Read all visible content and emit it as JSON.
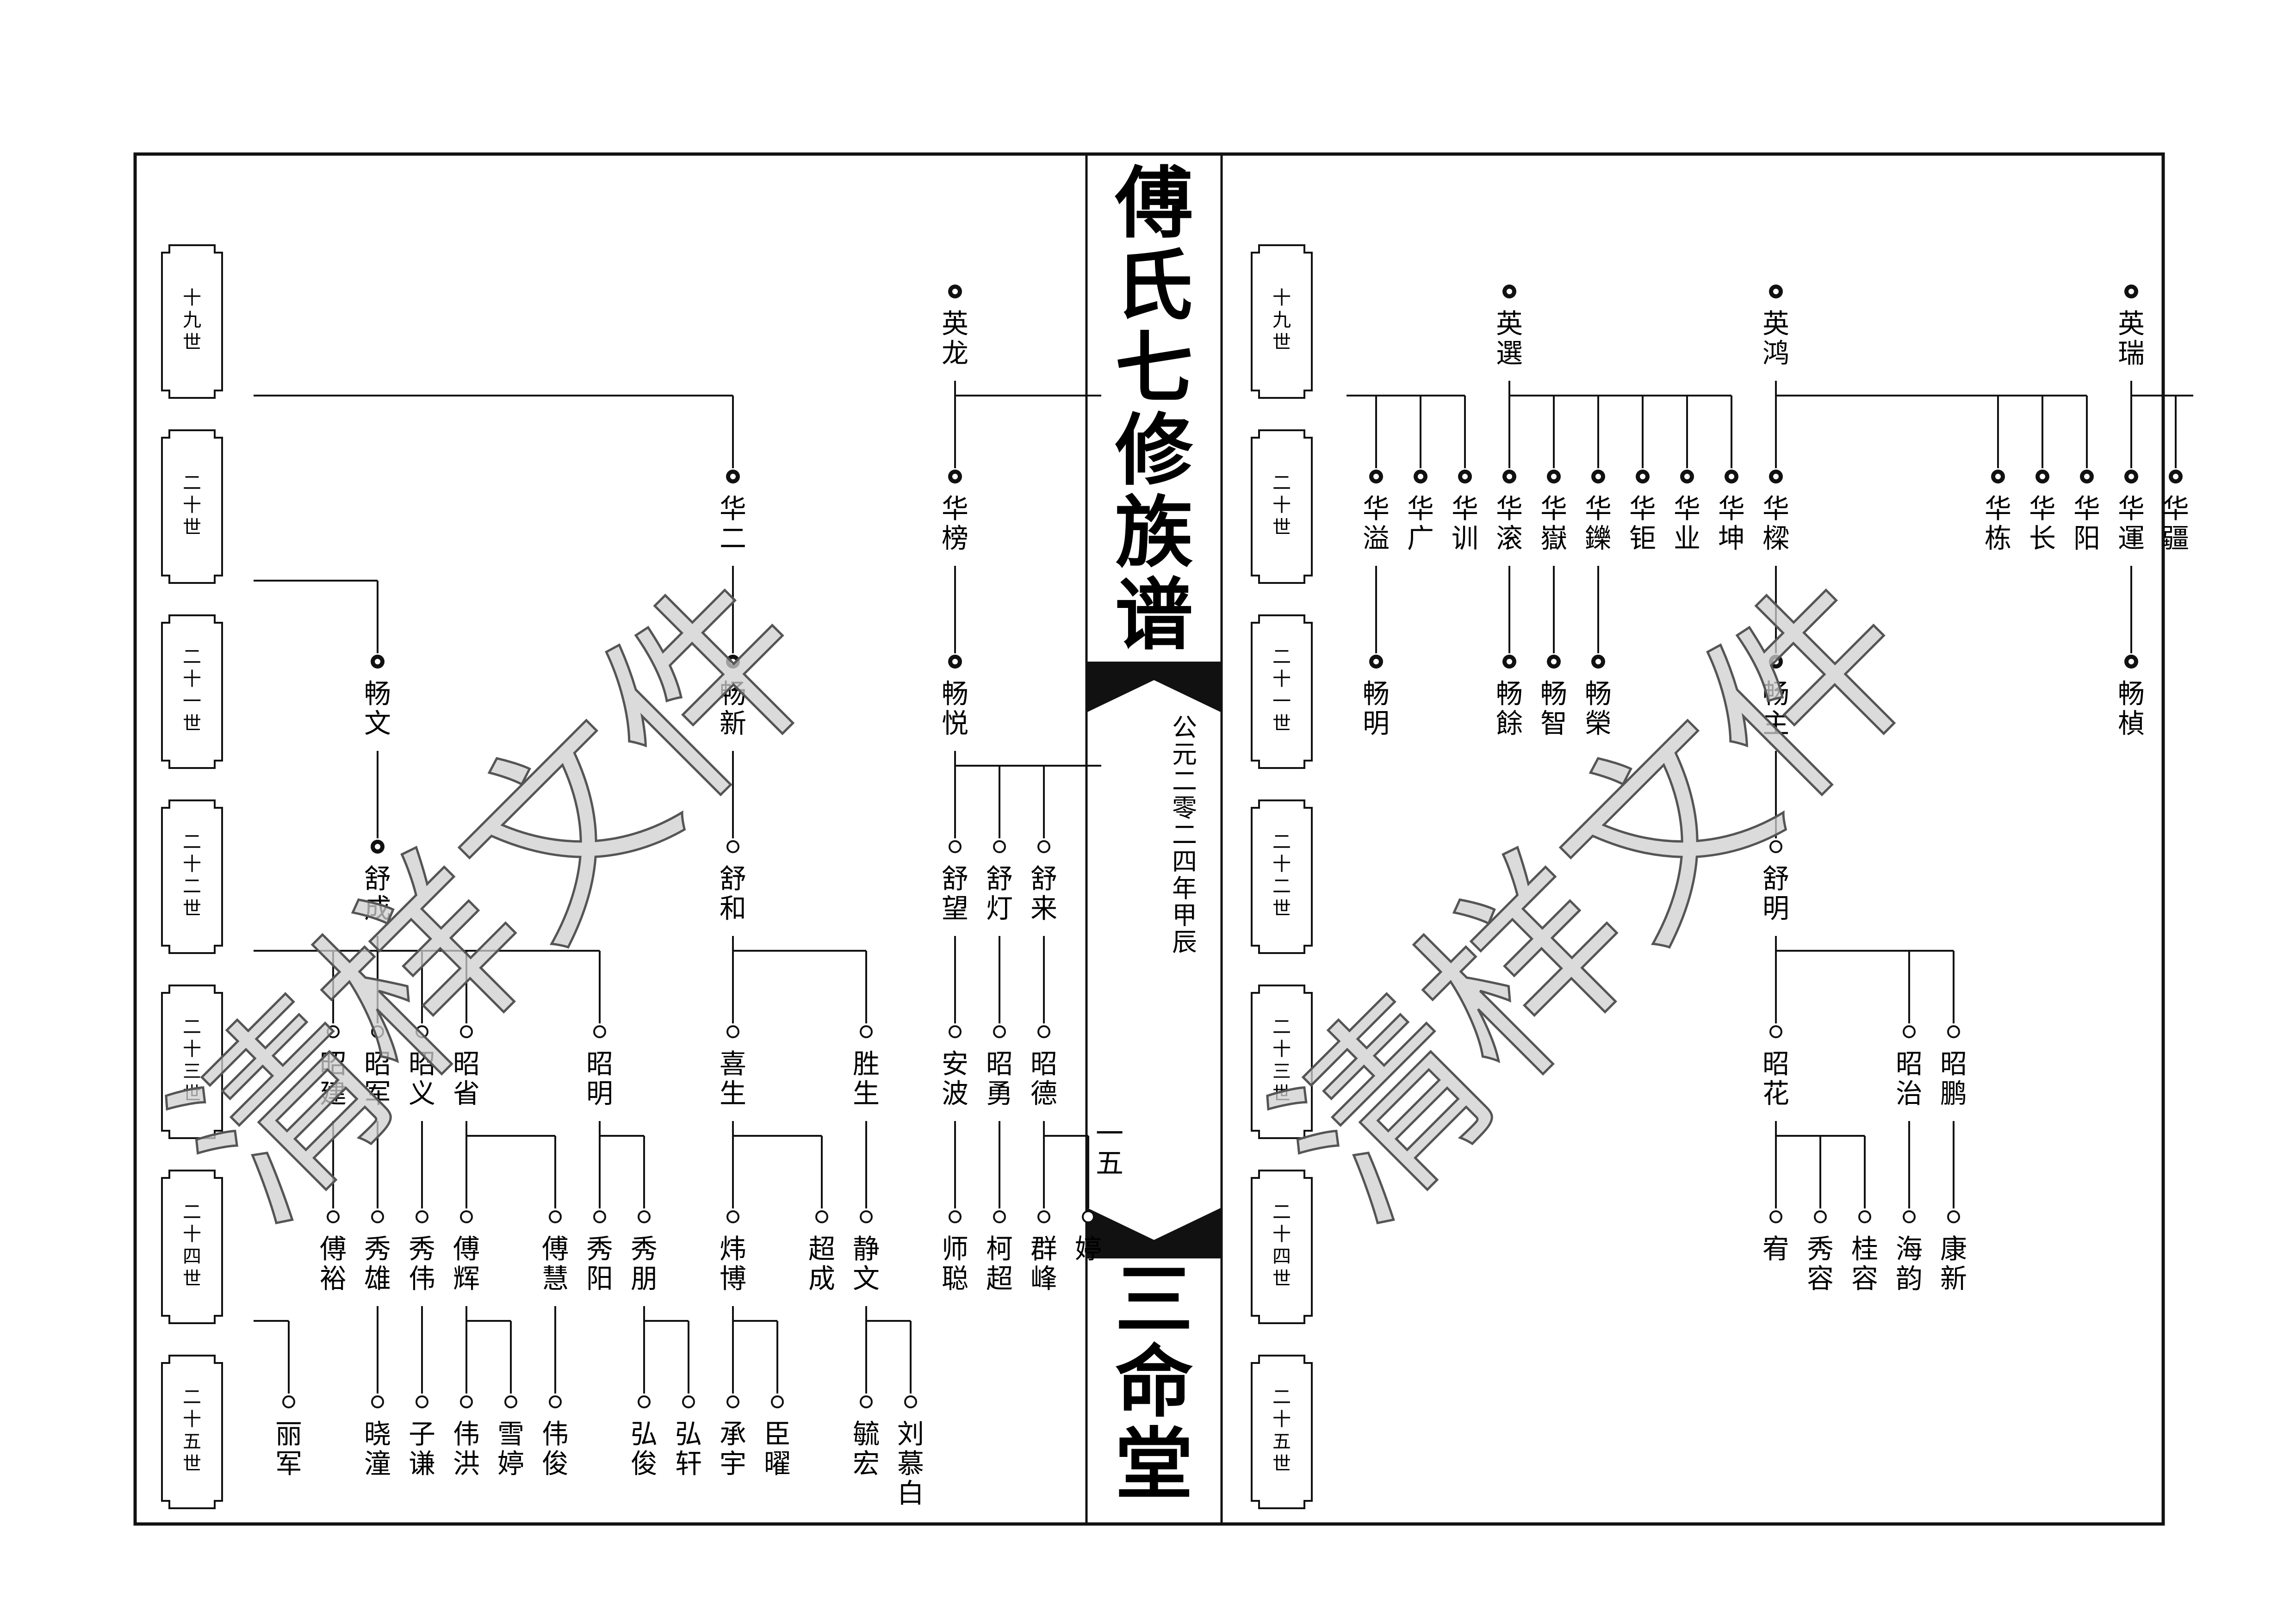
{
  "center": {
    "title": "傅氏七修族谱",
    "date": "公元二零二四年甲辰",
    "page_number": "一五",
    "hall_name": "三命堂"
  },
  "generations": [
    "十九世",
    "二十世",
    "二十一世",
    "二十二世",
    "二十三世",
    "二十四世",
    "二十五世"
  ],
  "watermark": "清样文件",
  "left_page": {
    "people": [
      {
        "id": "L_yinglong",
        "name": "英龙",
        "gen": 0
      },
      {
        "id": "L_huaer",
        "name": "华二",
        "gen": 1
      },
      {
        "id": "L_huabang",
        "name": "华榜",
        "gen": 1
      },
      {
        "id": "L_changwen",
        "name": "畅文",
        "gen": 2
      },
      {
        "id": "L_changxin",
        "name": "畅新",
        "gen": 2
      },
      {
        "id": "L_changyue",
        "name": "畅悦",
        "gen": 2
      },
      {
        "id": "L_shucheng",
        "name": "舒成",
        "gen": 3
      },
      {
        "id": "L_shuhe",
        "name": "舒和",
        "gen": 3
      },
      {
        "id": "L_shuwang",
        "name": "舒望",
        "gen": 3
      },
      {
        "id": "L_shudeng",
        "name": "舒灯",
        "gen": 3
      },
      {
        "id": "L_shulai",
        "name": "舒来",
        "gen": 3
      },
      {
        "id": "L_zhaojian",
        "name": "昭建",
        "gen": 4
      },
      {
        "id": "L_zhaojun",
        "name": "昭军",
        "gen": 4
      },
      {
        "id": "L_zhaoyi",
        "name": "昭义",
        "gen": 4
      },
      {
        "id": "L_zhaosheng",
        "name": "昭省",
        "gen": 4
      },
      {
        "id": "L_zhaoming",
        "name": "昭明",
        "gen": 4
      },
      {
        "id": "L_xisheng",
        "name": "喜生",
        "gen": 4
      },
      {
        "id": "L_shengsheng",
        "name": "胜生",
        "gen": 4
      },
      {
        "id": "L_anbo",
        "name": "安波",
        "gen": 4
      },
      {
        "id": "L_zhaoyong",
        "name": "昭勇",
        "gen": 4
      },
      {
        "id": "L_zhaode",
        "name": "昭德",
        "gen": 4
      },
      {
        "id": "L_chuanyu",
        "name": "傅裕",
        "gen": 5
      },
      {
        "id": "L_xiuxiong",
        "name": "秀雄",
        "gen": 5
      },
      {
        "id": "L_xiuwei",
        "name": "秀伟",
        "gen": 5
      },
      {
        "id": "L_chuanhui",
        "name": "傅辉",
        "gen": 5
      },
      {
        "id": "L_chuanhui2",
        "name": "傅慧",
        "gen": 5
      },
      {
        "id": "L_xiuyang",
        "name": "秀阳",
        "gen": 5
      },
      {
        "id": "L_xiupeng",
        "name": "秀朋",
        "gen": 5
      },
      {
        "id": "L_weibo",
        "name": "炜博",
        "gen": 5
      },
      {
        "id": "L_chaocheng",
        "name": "超成",
        "gen": 5
      },
      {
        "id": "L_jingwen",
        "name": "静文",
        "gen": 5
      },
      {
        "id": "L_shicong",
        "name": "师聪",
        "gen": 5
      },
      {
        "id": "L_kechao",
        "name": "柯超",
        "gen": 5
      },
      {
        "id": "L_qunfeng",
        "name": "群峰",
        "gen": 5
      },
      {
        "id": "L_ting",
        "name": "婷",
        "gen": 5
      },
      {
        "id": "L_lijun",
        "name": "丽军",
        "gen": 6
      },
      {
        "id": "L_xiaotong",
        "name": "晓潼",
        "gen": 6
      },
      {
        "id": "L_ziqian",
        "name": "子谦",
        "gen": 6
      },
      {
        "id": "L_weihong",
        "name": "伟洪",
        "gen": 6
      },
      {
        "id": "L_xueting",
        "name": "雪婷",
        "gen": 6
      },
      {
        "id": "L_weijun",
        "name": "伟俊",
        "gen": 6
      },
      {
        "id": "L_hongjun",
        "name": "弘俊",
        "gen": 6
      },
      {
        "id": "L_hongxuan",
        "name": "弘轩",
        "gen": 6
      },
      {
        "id": "L_chengyu",
        "name": "承宇",
        "gen": 6
      },
      {
        "id": "L_chenyao",
        "name": "臣曜",
        "gen": 6
      },
      {
        "id": "L_yuhong",
        "name": "毓宏",
        "gen": 6
      },
      {
        "id": "L_liumubai",
        "name": "刘慕白",
        "gen": 6
      }
    ]
  },
  "right_page": {
    "people": [
      {
        "id": "R_yingxuan",
        "name": "英選",
        "gen": 0
      },
      {
        "id": "R_yinghong",
        "name": "英鸿",
        "gen": 0
      },
      {
        "id": "R_yingrui",
        "name": "英瑞",
        "gen": 0
      },
      {
        "id": "R_huayi",
        "name": "华溢",
        "gen": 1
      },
      {
        "id": "R_huaguang",
        "name": "华广",
        "gen": 1
      },
      {
        "id": "R_huaxun",
        "name": "华训",
        "gen": 1
      },
      {
        "id": "R_huagun",
        "name": "华滚",
        "gen": 1
      },
      {
        "id": "R_huayue",
        "name": "华嶽",
        "gen": 1
      },
      {
        "id": "R_huashuo",
        "name": "华鑠",
        "gen": 1
      },
      {
        "id": "R_huaju",
        "name": "华钜",
        "gen": 1
      },
      {
        "id": "R_huaye",
        "name": "华业",
        "gen": 1
      },
      {
        "id": "R_huakun",
        "name": "华坤",
        "gen": 1
      },
      {
        "id": "R_huaying",
        "name": "华樑",
        "gen": 1
      },
      {
        "id": "R_huadong",
        "name": "华栋",
        "gen": 1
      },
      {
        "id": "R_huachang",
        "name": "华长",
        "gen": 1
      },
      {
        "id": "R_huayang",
        "name": "华阳",
        "gen": 1
      },
      {
        "id": "R_huayun",
        "name": "华運",
        "gen": 1
      },
      {
        "id": "R_huajiang",
        "name": "华疆",
        "gen": 1
      },
      {
        "id": "R_changming",
        "name": "畅明",
        "gen": 2
      },
      {
        "id": "R_changyu",
        "name": "畅餘",
        "gen": 2
      },
      {
        "id": "R_changzhi",
        "name": "畅智",
        "gen": 2
      },
      {
        "id": "R_changrong",
        "name": "畅榮",
        "gen": 2
      },
      {
        "id": "R_changzhu",
        "name": "畅主",
        "gen": 2
      },
      {
        "id": "R_changzhen",
        "name": "畅楨",
        "gen": 2
      },
      {
        "id": "R_shuming",
        "name": "舒明",
        "gen": 3
      },
      {
        "id": "R_zhaohua",
        "name": "昭花",
        "gen": 4
      },
      {
        "id": "R_zhaozhi",
        "name": "昭治",
        "gen": 4
      },
      {
        "id": "R_zhaopeng",
        "name": "昭鹏",
        "gen": 4
      },
      {
        "id": "R_you",
        "name": "宥",
        "gen": 5
      },
      {
        "id": "R_xiurong",
        "name": "秀容",
        "gen": 5
      },
      {
        "id": "R_guirong",
        "name": "桂容",
        "gen": 5
      },
      {
        "id": "R_haiyun",
        "name": "海韵",
        "gen": 5
      },
      {
        "id": "R_kangxin",
        "name": "康新",
        "gen": 5
      }
    ]
  }
}
